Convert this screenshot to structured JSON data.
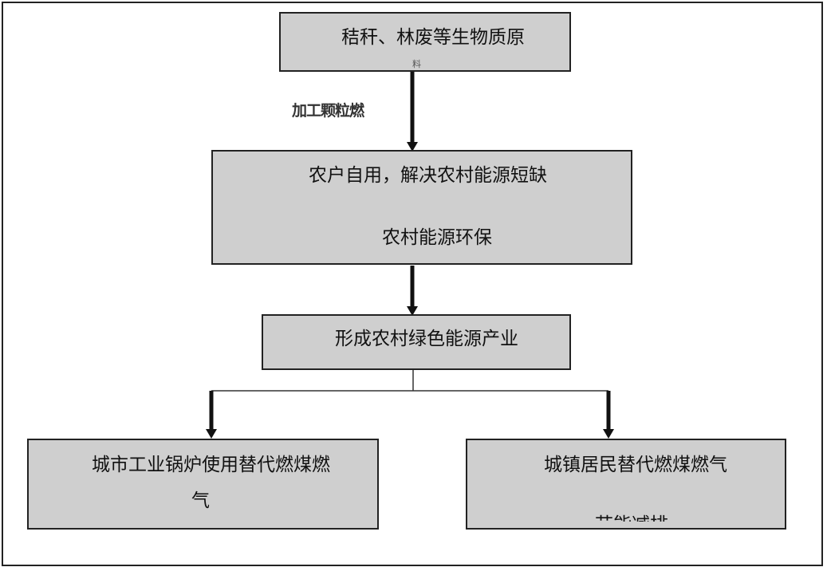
{
  "diagram": {
    "nodes": {
      "source": {
        "line1": "秸秆、林废等生物质原",
        "line2": "料"
      },
      "use": {
        "line1": "农户自用，解决农村能源短缺",
        "line2": "农村能源环保"
      },
      "industry": {
        "line1": "形成农村绿色能源产业"
      },
      "left": {
        "line1": "城市工业锅炉使用替代燃煤燃",
        "line2": "气"
      },
      "right": {
        "line1": "城镇居民替代燃煤燃气",
        "line2": "节能减排"
      }
    },
    "edges": {
      "process_label": "加工颗粒燃"
    }
  },
  "colors": {
    "box_fill": "#cfcfcf",
    "border": "#222222",
    "arrow": "#111111"
  }
}
